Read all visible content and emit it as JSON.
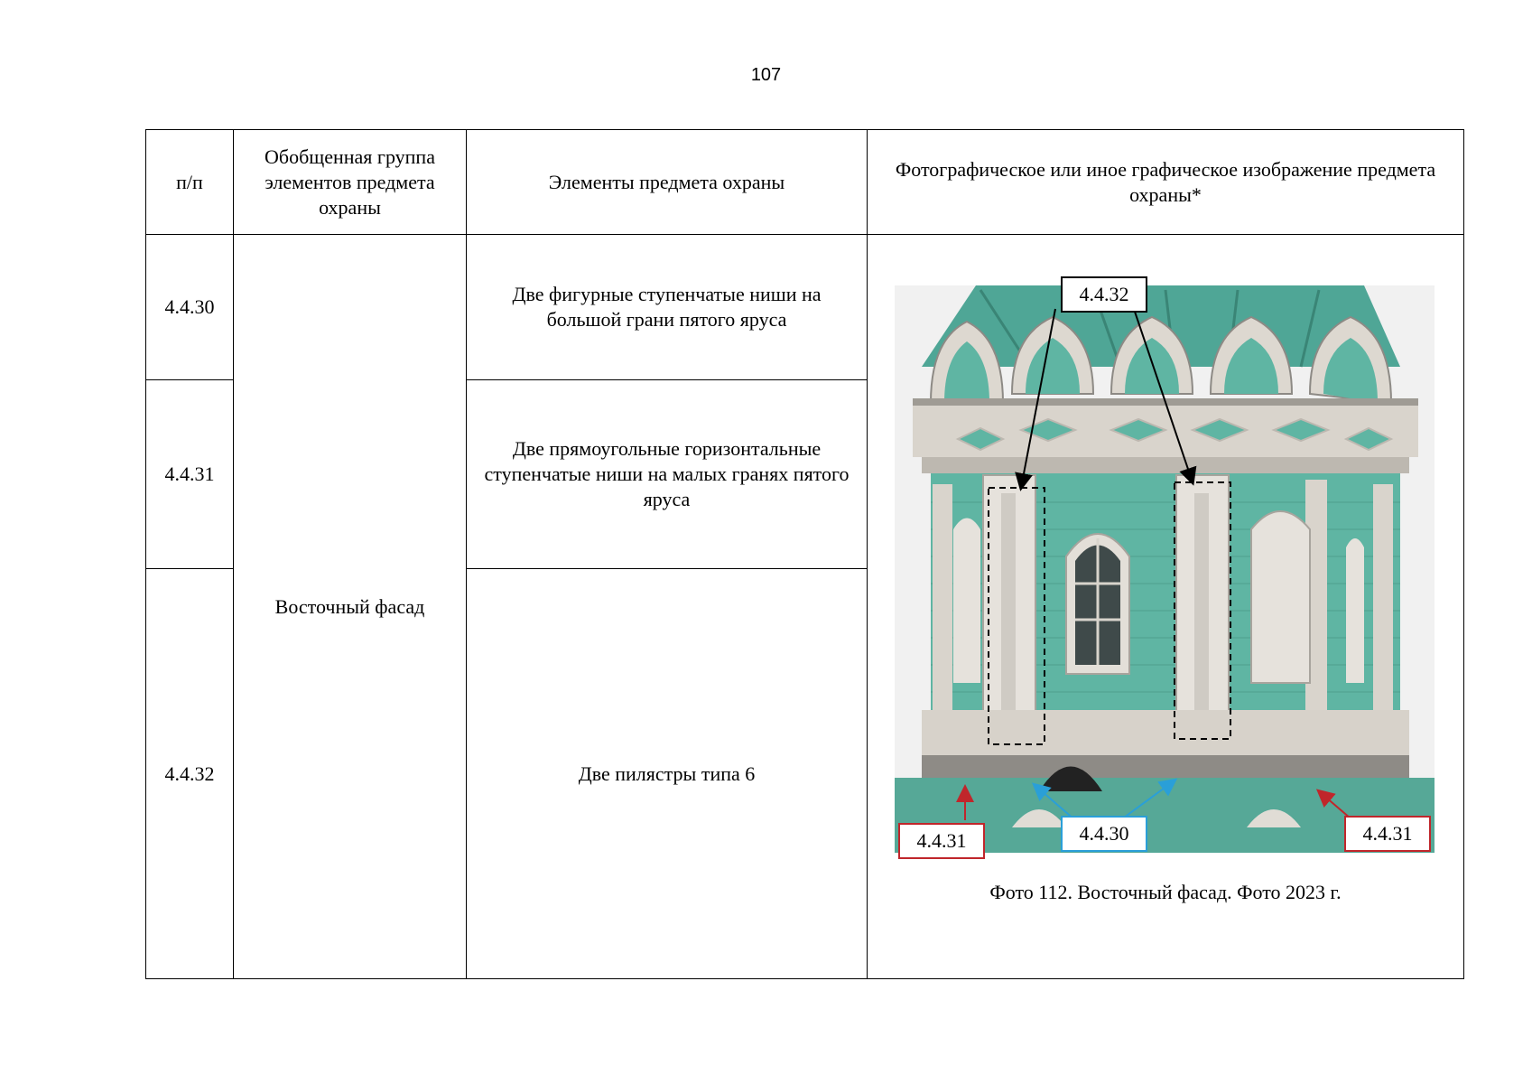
{
  "page_number": "107",
  "table": {
    "headers": {
      "num": "п/п",
      "group": "Обобщенная группа элементов предмета охраны",
      "elements": "Элементы предмета охраны",
      "photo": "Фотографическое или иное графическое изображение предмета охраны*"
    },
    "group_value": "Восточный фасад",
    "rows": [
      {
        "num": "4.4.30",
        "element": "Две фигурные ступенчатые ниши на большой грани пятого яруса"
      },
      {
        "num": "4.4.31",
        "element": "Две прямоугольные горизонтальные ступенчатые ниши на малых гранях пятого яруса"
      },
      {
        "num": "4.4.32",
        "element": "Две пилястры типа 6"
      }
    ]
  },
  "photo": {
    "caption": "Фото 112. Восточный фасад. Фото 2023 г.",
    "labels": {
      "top": "4.4.32",
      "bottom_left": "4.4.31",
      "bottom_center": "4.4.30",
      "bottom_right": "4.4.31"
    },
    "colors": {
      "tower": "#5fb5a3",
      "tower_dark": "#3f8f80",
      "stone": "#e6e2dc",
      "label_black": "#000000",
      "label_red": "#c0262b",
      "label_blue": "#2a9fd8"
    }
  }
}
